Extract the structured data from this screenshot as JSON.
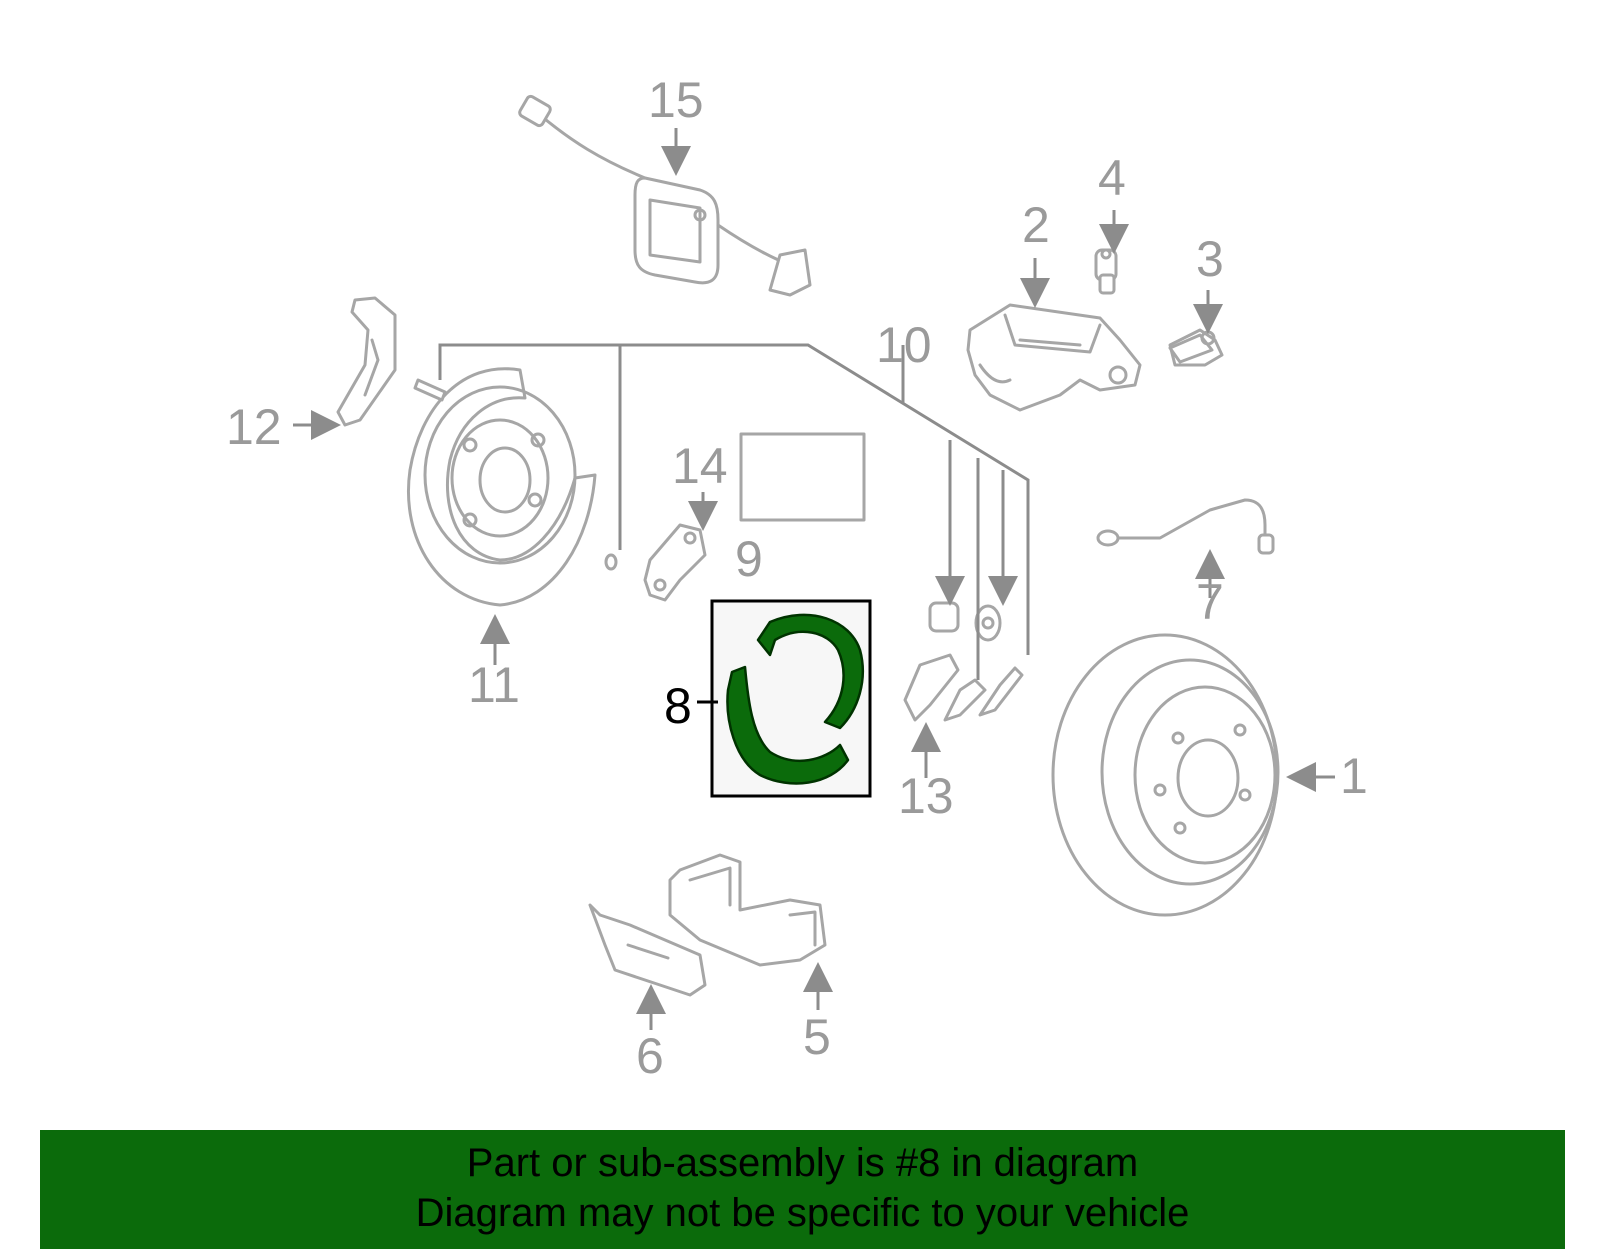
{
  "diagram": {
    "callouts": [
      "1",
      "2",
      "3",
      "4",
      "5",
      "6",
      "7",
      "8",
      "9",
      "10",
      "11",
      "12",
      "13",
      "14",
      "15"
    ],
    "highlighted_callout": "8",
    "highlight_color": "#0b6b0b",
    "part_line_color": "#a6a6a6"
  },
  "banner": {
    "line1": "Part or sub-assembly is #8 in diagram",
    "line2": "Diagram may not be specific to your vehicle",
    "background": "#0b6b0b"
  }
}
